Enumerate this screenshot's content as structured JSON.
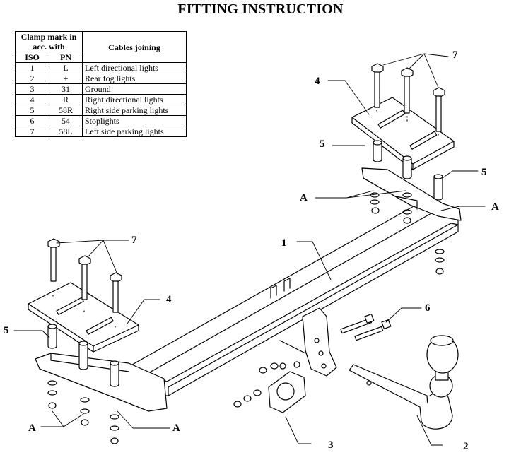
{
  "title": "FITTING INSTRUCTION",
  "table": {
    "header_clamp": "Clamp mark in acc. with",
    "header_cables": "Cables joining",
    "header_iso": "ISO",
    "header_pn": "PN",
    "rows": [
      {
        "iso": "1",
        "pn": "L",
        "cable": "Left directional lights"
      },
      {
        "iso": "2",
        "pn": "+",
        "cable": "Rear fog lights"
      },
      {
        "iso": "3",
        "pn": "31",
        "cable": "Ground"
      },
      {
        "iso": "4",
        "pn": "R",
        "cable": "Right directional lights"
      },
      {
        "iso": "5",
        "pn": "58R",
        "cable": "Right side parking lights"
      },
      {
        "iso": "6",
        "pn": "54",
        "cable": "Stoplights"
      },
      {
        "iso": "7",
        "pn": "58L",
        "cable": "Left side parking lights"
      }
    ]
  },
  "callouts": {
    "main_bar": "1",
    "ball": "2",
    "socket_plate": "3",
    "plate_right": "4",
    "plate_left": "4",
    "spacer_right_top": "5",
    "spacer_right_side": "5",
    "spacer_left": "5",
    "bolt_6": "6",
    "bolts_right": "7",
    "bolts_left": "7",
    "a_right_1": "A",
    "a_right_2": "A",
    "a_left_1": "A",
    "a_left_2": "A"
  }
}
